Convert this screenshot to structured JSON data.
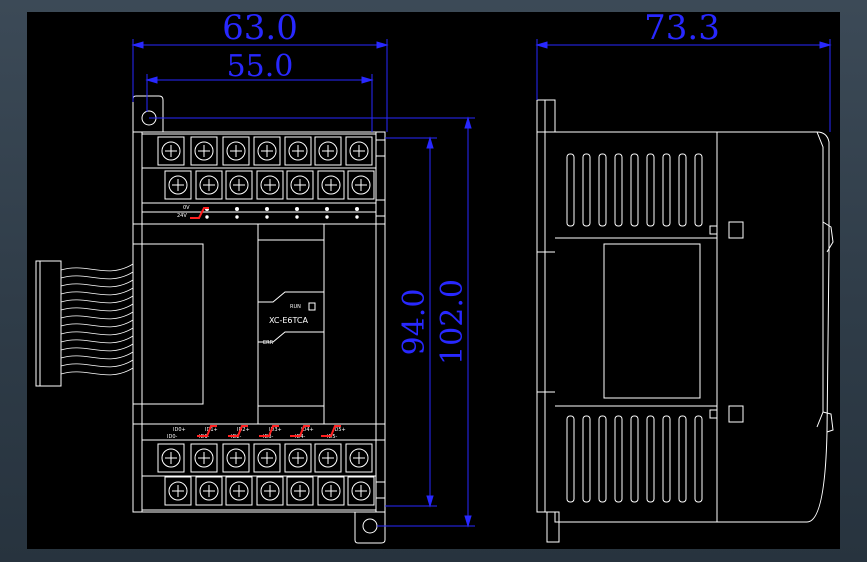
{
  "dimensions": {
    "width_overall": "63.0",
    "width_inner": "55.0",
    "depth": "73.3",
    "height_inner": "94.0",
    "height_overall": "102.0"
  },
  "front_labels": {
    "model": "XC-E6TCA",
    "run_label": "RUN",
    "indicator_label": "ERR",
    "power_top": "0V",
    "power_bottom": "24V"
  },
  "terminal_labels_top": [
    "ID0+",
    "ID1+",
    "ID2+",
    "ID3+",
    "ID4+",
    "ID5+"
  ],
  "terminal_labels_bottom": [
    "ID0-",
    "ID1-",
    "ID2-",
    "ID3-",
    "ID4-",
    "ID5-"
  ],
  "colors": {
    "dimension": "#2828ff",
    "outline": "#ffffff",
    "highlight": "#ff2020",
    "background": "#000000"
  }
}
